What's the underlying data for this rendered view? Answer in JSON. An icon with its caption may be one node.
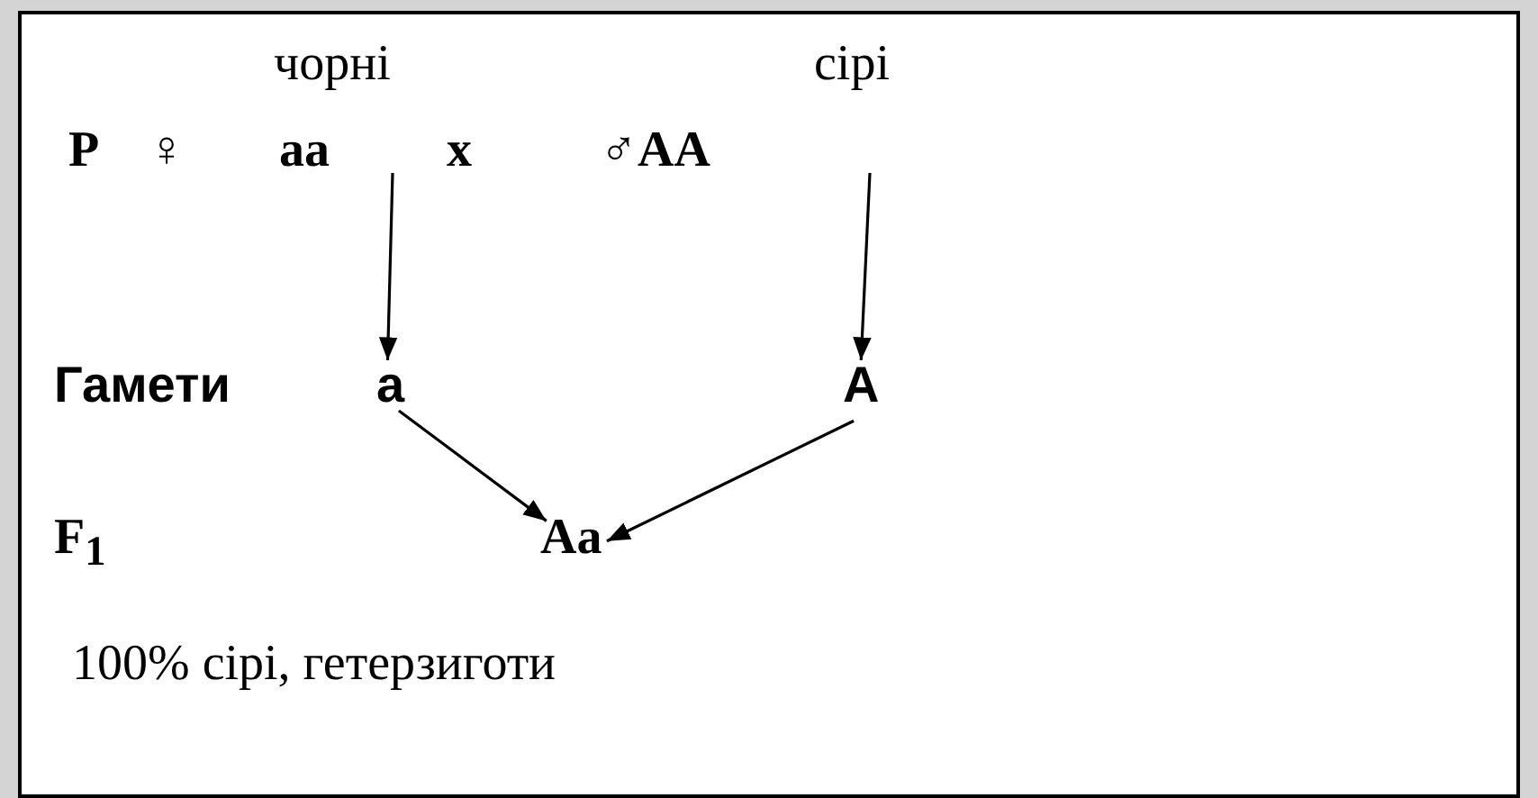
{
  "diagram": {
    "nodes": [
      {
        "text": [
          "а"
        ]
      },
      {
        "text": [
          "А"
        ]
      },
      {
        "text": [
          "Aa"
        ]
      }
    ],
    "edges": [
      {
        "from": null,
        "to": 0,
        "arrow": "to"
      },
      {
        "from": null,
        "to": 1,
        "arrow": "to"
      },
      {
        "from": 0,
        "to": 2,
        "arrow": "to"
      },
      {
        "from": 1,
        "to": 2,
        "arrow": "to"
      }
    ],
    "labels": [
      "чорні",
      "сірі",
      "P",
      "♀",
      "aa",
      "x",
      "♂AA",
      "Гамети",
      "F$_{1}$",
      "100% сірі, гетерзиготи"
    ]
  }
}
